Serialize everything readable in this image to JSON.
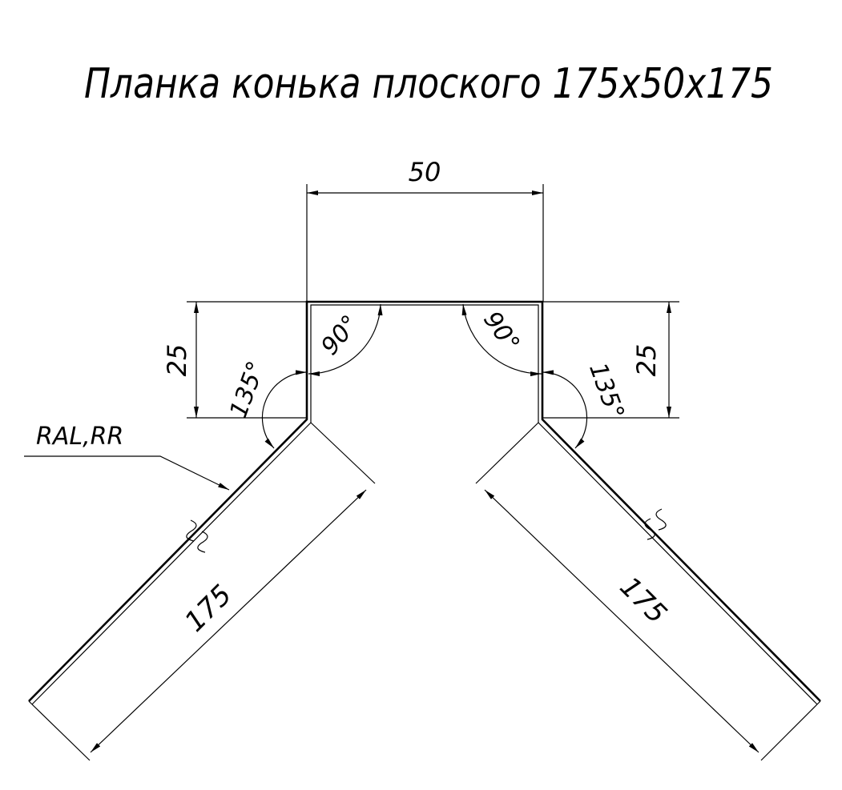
{
  "title": "Планка конька плоского 175х50х175",
  "dimensions": {
    "top_width": "50",
    "left_height": "25",
    "right_height": "25",
    "left_length": "175",
    "right_length": "175"
  },
  "angles": {
    "left_inner": "90°",
    "right_inner": "90°",
    "left_outer": "135°",
    "right_outer": "135°"
  },
  "coating_label": "RAL,RR",
  "colors": {
    "line": "#000000",
    "background": "#ffffff"
  }
}
